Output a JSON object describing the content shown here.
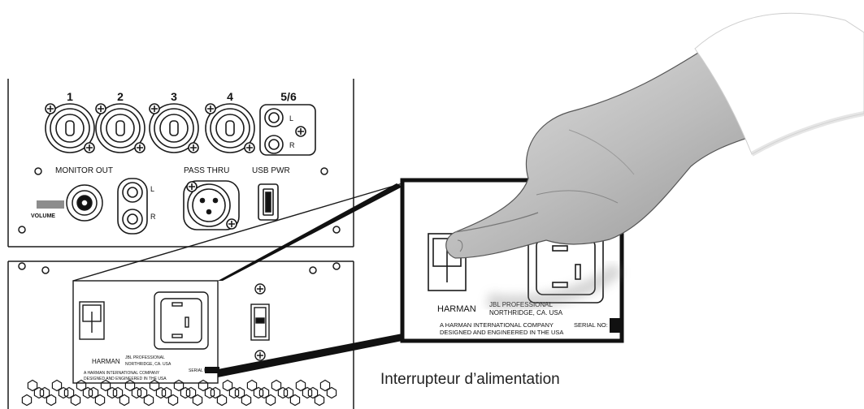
{
  "channels": {
    "ch1": "1",
    "ch2": "2",
    "ch3": "3",
    "ch4": "4",
    "ch56": "5/6",
    "left": "L",
    "right": "R"
  },
  "panel_labels": {
    "monitor_out": "MONITOR OUT",
    "volume": "VOLUME",
    "pass_thru": "PASS THRU",
    "usb_pwr": "USB PWR",
    "mon_l": "L",
    "mon_r": "R"
  },
  "power_plate": {
    "brand": "HARMAN",
    "maker_line1": "JBL PROFESSIONAL",
    "maker_line2": "NORTHRIDGE, CA. USA",
    "company": "A HARMAN INTERNATIONAL COMPANY",
    "designed": "DESIGNED AND ENGINEERED IN THE USA",
    "serial": "SERIAL NO:"
  },
  "caption": "Interrupteur d’alimentation",
  "colors": {
    "line": "#1a1a1a",
    "hand_fill": "#c9c9c9",
    "hand_shadow": "#9a9a9a",
    "sleeve": "#ffffff"
  }
}
